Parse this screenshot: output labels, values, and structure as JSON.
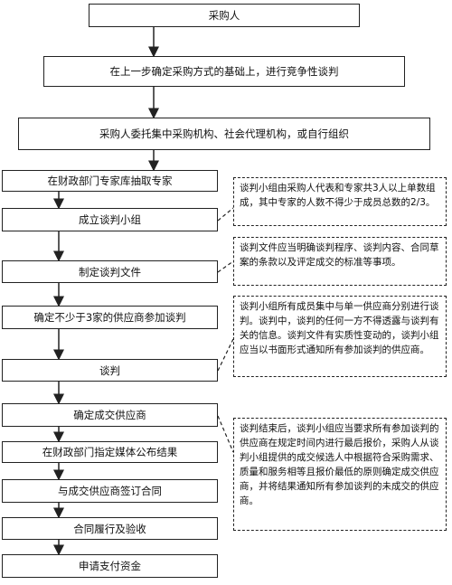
{
  "top_steps": [
    "采购人",
    "在上一步确定采购方式的基础上，进行竞争性谈判",
    "采购人委托集中采购机构、社会代理机构，或自行组织"
  ],
  "steps": [
    "在财政部门专家库抽取专家",
    "成立谈判小组",
    "制定谈判文件",
    "确定不少于3家的供应商参加谈判",
    "谈判",
    "确定成交供应商",
    "在财政部门指定媒体公布结果",
    "与成交供应商签订合同",
    "合同履行及验收",
    "申请支付资金"
  ],
  "notes": [
    "谈判小组由采购人代表和专家共3人以上单数组成，其中专家的人数不得少于成员总数的2/3。",
    "谈判文件应当明确谈判程序、谈判内容、合同草案的条款以及评定成交的标准等事项。",
    "谈判小组所有成员集中与单一供应商分别进行谈判。谈判中，谈判的任何一方不得透露与谈判有关的信息。谈判文件有实质性变动的，谈判小组应当以书面形式通知所有参加谈判的供应商。",
    "谈判结束后，谈判小组应当要求所有参加谈判的供应商在规定时间内进行最后报价，采购人从谈判小组提供的成交候选人中根据符合采购需求、质量和服务相等且报价最低的原则确定成交供应商，并将结果通知所有参加谈判的未成交的供应商。"
  ]
}
